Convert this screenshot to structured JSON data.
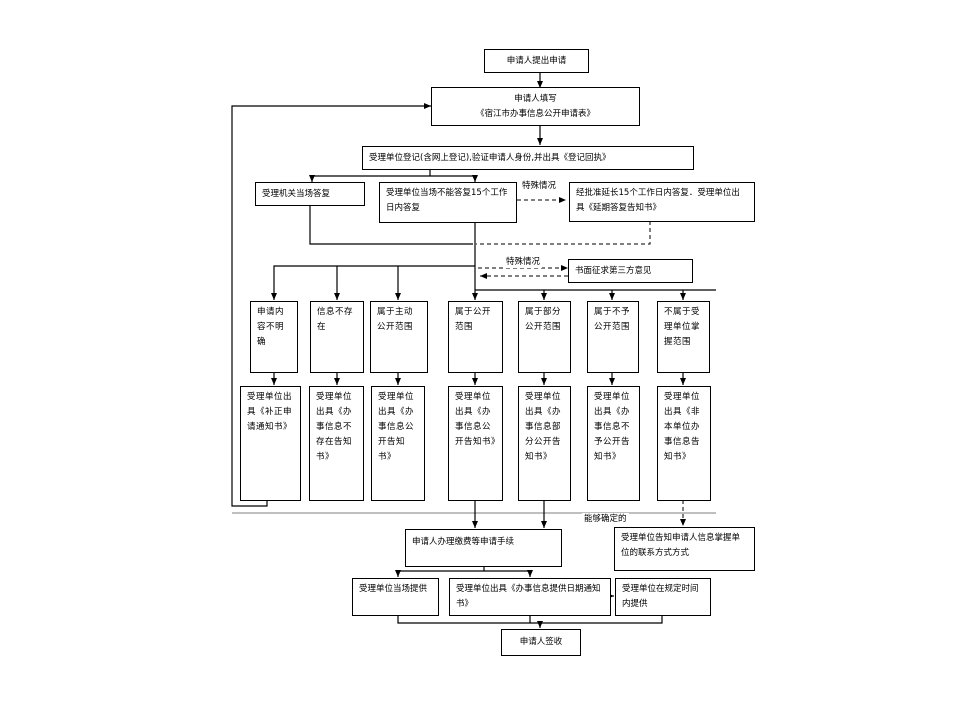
{
  "flow": {
    "apply": "申请人提出申请",
    "fill_line1": "申请人填写",
    "fill_line2": "《宿江市办事信息公开申请表》",
    "register": "受理单位登记(含网上登记),验证申请人身份,并出具《登记回执》",
    "answer_on_spot": "受理机关当场答复",
    "cannot_answer": "受理单位当场不能答复15个工作日内答复",
    "special_1": "特殊情况",
    "extend": "经批准延长15个工作日内答复．受理单位出具《延期答复告知书》",
    "special_2": "特殊情况",
    "third_party": "书面征求第三方意见",
    "categories": [
      "申请内容不明确",
      "信息不存在",
      "属于主动公开范围",
      "属于公开范围",
      "属于部分公开范围",
      "属于不予公开范围",
      "不属于受理单位掌握范围"
    ],
    "notices": [
      "受理单位出具《补正申请通知书》",
      "受理单位出具《办事信息不存在告知书》",
      "受理单位出具《办事信息公开告知书》",
      "受理单位出具《办事信息公开告知书》",
      "受理单位出具《办事信息部分公开告知书》",
      "受理单位出具《办事信息不予公开告知书》",
      "受理单位出具《非本单位办事信息告知书》"
    ],
    "can_determine": "能够确定的",
    "pay": "申请人办理缴费等申请手续",
    "inform_contact": "受理单位告知申请人信息掌握单位的联系方式方式",
    "provide_on_spot": "受理单位当场提供",
    "deadline_notice": "受理单位出具《办事信息提供日期通知书》",
    "provide_in_time": "受理单位在规定时间内提供",
    "sign": "申请人签收"
  }
}
